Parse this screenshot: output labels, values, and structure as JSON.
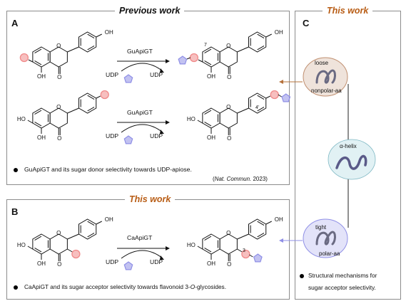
{
  "panel_a": {
    "title": "Previous work",
    "letter": "A",
    "enzyme": "GuApiGT",
    "udp": "UDP",
    "reaction1": {
      "product_position": "7"
    },
    "reaction2": {
      "product_position": "4'"
    },
    "bullet_text": "GuApiGT and its sugar donor selectivity towards UDP-apiose.",
    "citation_pre": "(",
    "citation_journal": "Nat. Commun.",
    "citation_year": " 2023)"
  },
  "panel_b": {
    "title": "This work",
    "letter": "B",
    "enzyme": "CaApiGT",
    "udp": "UDP",
    "product_position": "3",
    "bullet_pre": "CaApiGT and its sugar acceptor selectivity towards flavonoid 3-",
    "bullet_italic": "O",
    "bullet_post": "-glycosides."
  },
  "panel_c": {
    "title": "This work",
    "letter": "C",
    "loose": "loose",
    "nonpolar": "nonpolar-aa",
    "helix": "α-helix",
    "tight": "tight",
    "polar": "polar-aa",
    "bullet_line1": "Structural mechanisms for",
    "bullet_line2": "sugar acceptor selectivity."
  },
  "chem": {
    "OH": "OH",
    "HO": "HO",
    "O": "O"
  },
  "colors": {
    "aglycone_red": "#f08a8a",
    "sugar_purple": "#8f8fe6",
    "title_orange": "#b85c14",
    "arrow_brown": "#b5703a",
    "arrow_blue": "#8f8fe6"
  }
}
